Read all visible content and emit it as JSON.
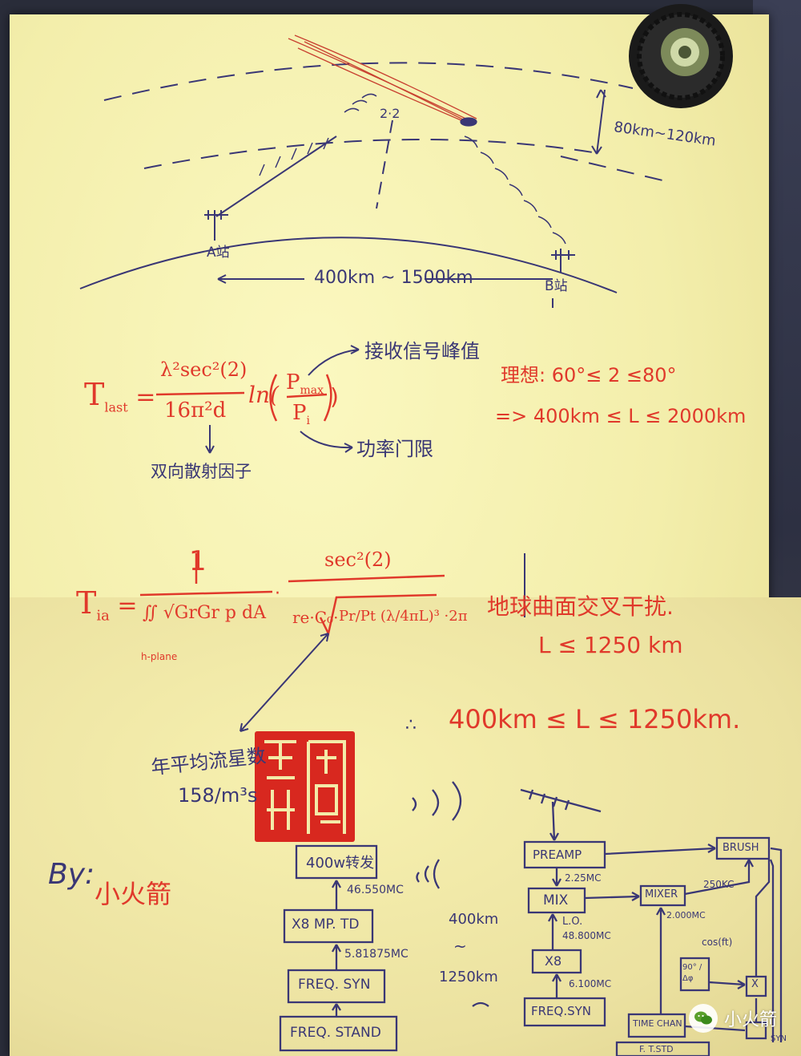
{
  "diagram": {
    "angle_label": "2·2",
    "height_label": "80km~120km",
    "station_a": "A站",
    "station_b": "B站",
    "distance_label": "400km ~ 1500km"
  },
  "formula1": {
    "lhs": "T",
    "lhs_sub": "last",
    "numerator": "λ²sec²(2)",
    "denominator": "16π²d",
    "ln": "ln(",
    "pmax": "P",
    "pmax_sub": "max",
    "pi": "P",
    "pi_sub": "i",
    "close": ")",
    "note_peak": "接收信号峰值",
    "note_threshold": "功率门限",
    "note_factor": "双向散射因子"
  },
  "ideal": {
    "line1": "理想: 60°≤ 2 ≤80°",
    "line2": "=> 400km ≤ L ≤ 2000km"
  },
  "formula2": {
    "lhs": "T",
    "lhs_sub": "ia",
    "one": "1",
    "integral": "∬ √GrGr p dA",
    "integral_sub": "h-plane",
    "sec": "sec²(2)",
    "denom": "re·C₀·",
    "inner": "Pr/Pt (λ/4πL)³ ·2π",
    "note_flux": "年平均流星数",
    "note_flux_val": "158/m³s"
  },
  "curvature": {
    "line1": "地球曲面交叉干扰.",
    "line2": "L ≤ 1250 km",
    "result": "400km ≤ L ≤ 1250km.",
    "therefore": "∴"
  },
  "signature": {
    "prefix": "By:",
    "name": "小火箭"
  },
  "tx_chain": {
    "out": "400w转发",
    "out_freq": "46.550MC",
    "mult": "X8 MP. TD",
    "mult_freq": "5.81875MC",
    "syn": "FREQ. SYN",
    "stand": "FREQ. STAND"
  },
  "range": {
    "top": "400km",
    "tilde": "~",
    "bottom": "1250km"
  },
  "rx_chain": {
    "preamp": "PREAMP",
    "preamp_freq": "2.25MC",
    "mix": "MIX",
    "lo": "L.O.",
    "lo_freq": "48.800MC",
    "x8": "X8",
    "x8_freq": "6.100MC",
    "freq_syn": "FREQ.SYN",
    "mixer": "MIXER",
    "mixer_freq": "2.000MC",
    "brush": "BRUSH",
    "brush_freq": "250KC",
    "cos": "cos(ft)",
    "phase": "90° / Δφ",
    "mult_x": "X",
    "time_chan": "TIME CHAN",
    "f_std": "F. T.STD",
    "syn_label": "SYN"
  },
  "watermark": {
    "text": "小火箭"
  },
  "colors": {
    "ink_blue": "#3a3775",
    "ink_red": "#e0392b",
    "seal_red": "#d8281f",
    "paper": "#f6f1b4"
  }
}
